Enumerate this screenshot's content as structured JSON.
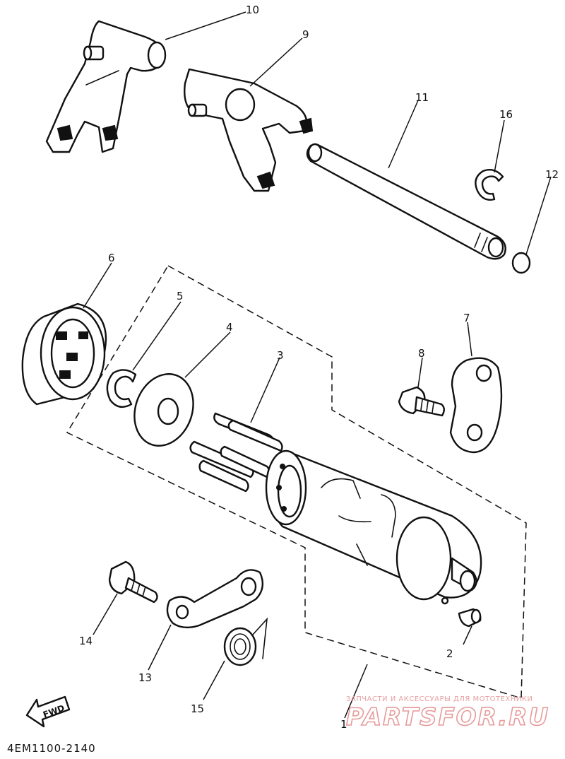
{
  "callouts": {
    "c1": "1",
    "c2": "2",
    "c3": "3",
    "c4": "4",
    "c5": "5",
    "c6": "6",
    "c7": "7",
    "c8": "8",
    "c9": "9",
    "c10": "10",
    "c11": "11",
    "c12": "12",
    "c13": "13",
    "c14": "14",
    "c15": "15",
    "c16": "16"
  },
  "diagram_code": "4EM1100-2140",
  "fwd_label": "FWD",
  "watermark": {
    "tagline": "ЗАПЧАСТИ И АКСЕССУАРЫ ДЛЯ МОТОТЕХНИКИ",
    "brand": "PARTSFOR.RU"
  }
}
